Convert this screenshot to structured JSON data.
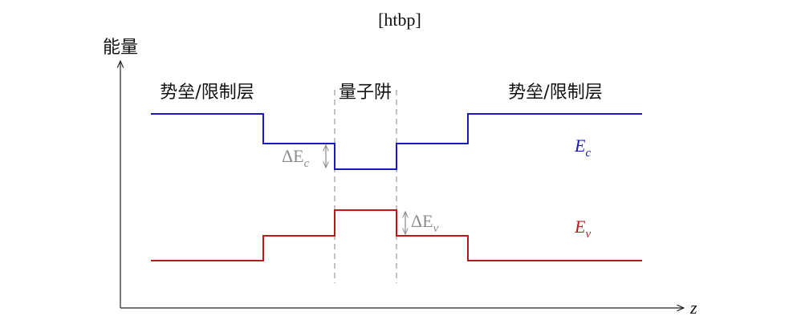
{
  "caption": "[htbp]",
  "axes": {
    "y_label": "能量",
    "x_label": "z"
  },
  "regions": {
    "left_label": "势垒/限制层",
    "center_label": "量子阱",
    "right_label": "势垒/限制层"
  },
  "bands": {
    "conduction": {
      "label": "E",
      "subscript": "c",
      "color": "#1a1ab8"
    },
    "valence": {
      "label": "E",
      "subscript": "v",
      "color": "#b81a1a"
    }
  },
  "offsets": {
    "conduction": {
      "prefix": "ΔE",
      "subscript": "c"
    },
    "valence": {
      "prefix": "ΔE",
      "subscript": "v"
    }
  },
  "colors": {
    "axis": "#222222",
    "guide": "#9a9a9a",
    "offset_text": "#8c8c8c"
  }
}
